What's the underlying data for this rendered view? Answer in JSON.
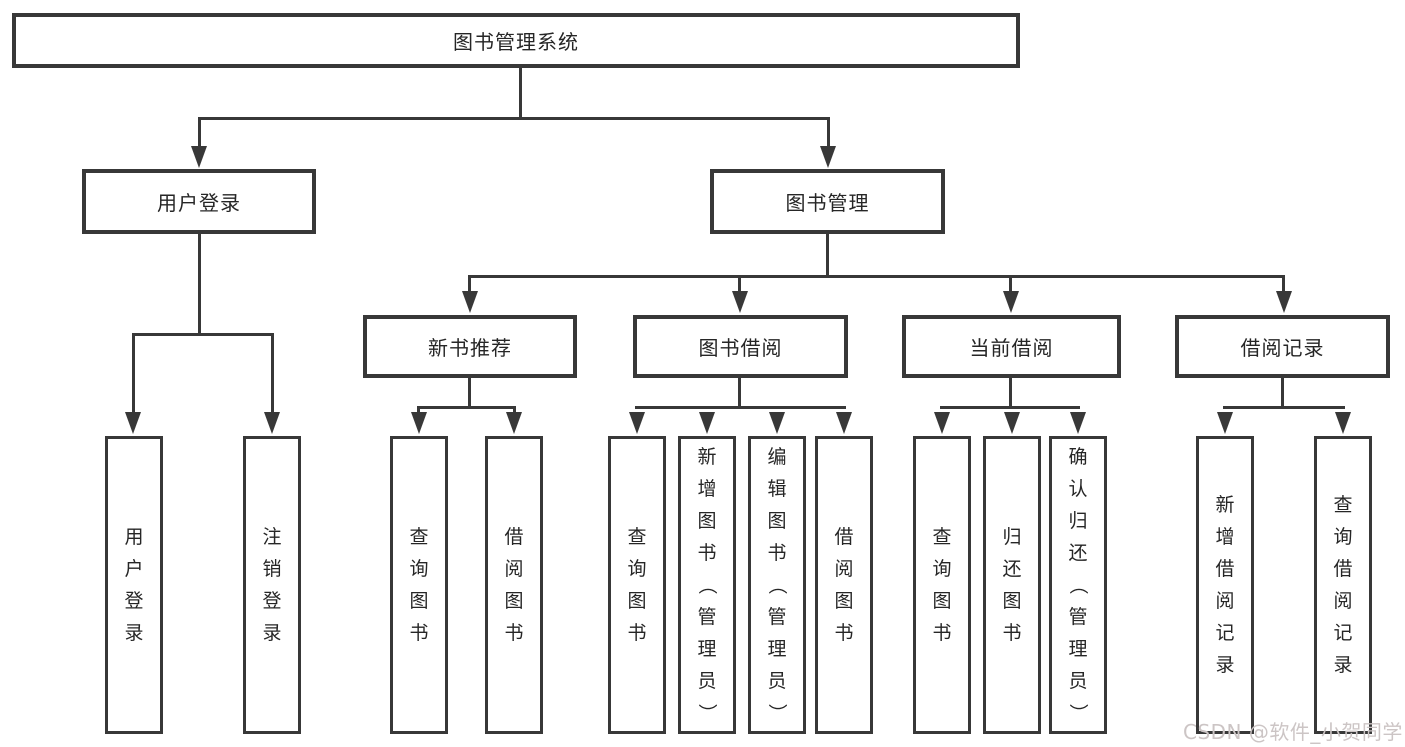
{
  "diagram": {
    "root": {
      "label": "图书管理系统"
    },
    "level2": {
      "user_login": {
        "label": "用户登录"
      },
      "book_management": {
        "label": "图书管理"
      }
    },
    "level3": {
      "new_book_recommend": {
        "label": "新书推荐"
      },
      "book_borrowing": {
        "label": "图书借阅"
      },
      "current_borrowing": {
        "label": "当前借阅"
      },
      "borrowing_records": {
        "label": "借阅记录"
      }
    },
    "leaves": {
      "user_login": {
        "label": "用户登录"
      },
      "logout": {
        "label": "注销登录"
      },
      "nb_query_books": {
        "label": "查询图书"
      },
      "nb_borrow_books": {
        "label": "借阅图书"
      },
      "bb_query_books": {
        "label": "查询图书"
      },
      "bb_add_books": {
        "label": "新增图书（管理员）"
      },
      "bb_edit_books": {
        "label": "编辑图书（管理员）"
      },
      "bb_borrow_books": {
        "label": "借阅图书"
      },
      "cb_query_books": {
        "label": "查询图书"
      },
      "cb_return_books": {
        "label": "归还图书"
      },
      "cb_confirm_return": {
        "label": "确认归还（管理员）"
      },
      "br_add_record": {
        "label": "新增借阅记录"
      },
      "br_query_record": {
        "label": "查询借阅记录"
      }
    }
  },
  "watermark": {
    "label": "CSDN @软件_小贺同学"
  },
  "colors": {
    "line": "#383838",
    "text": "#262626",
    "background": "#ffffff",
    "watermark_text": "#ccc5c5"
  }
}
